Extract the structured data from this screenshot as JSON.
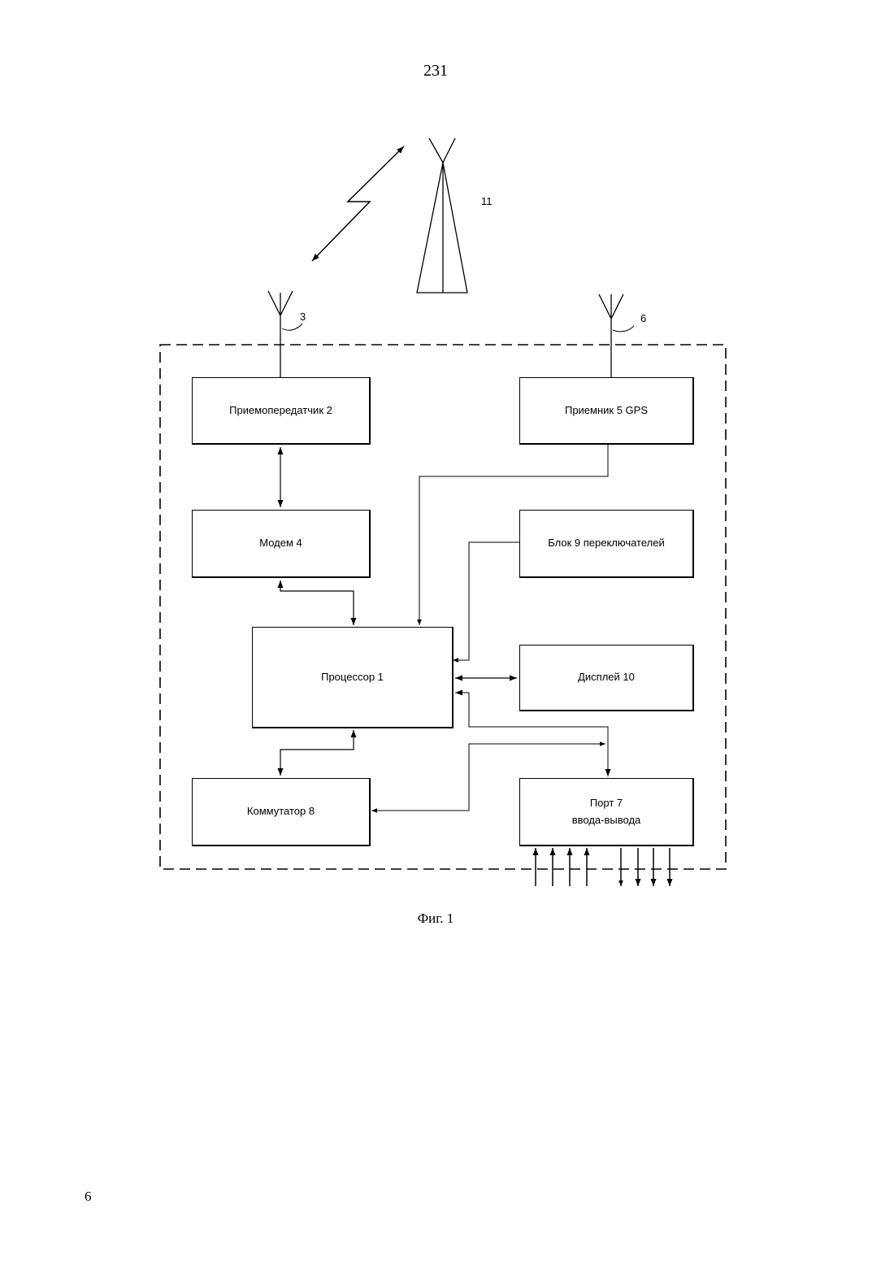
{
  "page": {
    "number_top": "231",
    "number_bottom": "6"
  },
  "figure": {
    "caption": "Фиг. 1",
    "refs": {
      "tower": "11",
      "antenna_transceiver": "3",
      "antenna_gps": "6"
    },
    "blocks": {
      "transceiver": "Приемопередатчик 2",
      "gps_receiver": "Приемник 5 GPS",
      "modem": "Модем 4",
      "switch_block": "Блок 9 переключателей",
      "processor": "Процессор 1",
      "display": "Дисплей 10",
      "commutator": "Коммутатор 8",
      "io_port_line1": "Порт 7",
      "io_port_line2": "ввода-вывода"
    }
  }
}
